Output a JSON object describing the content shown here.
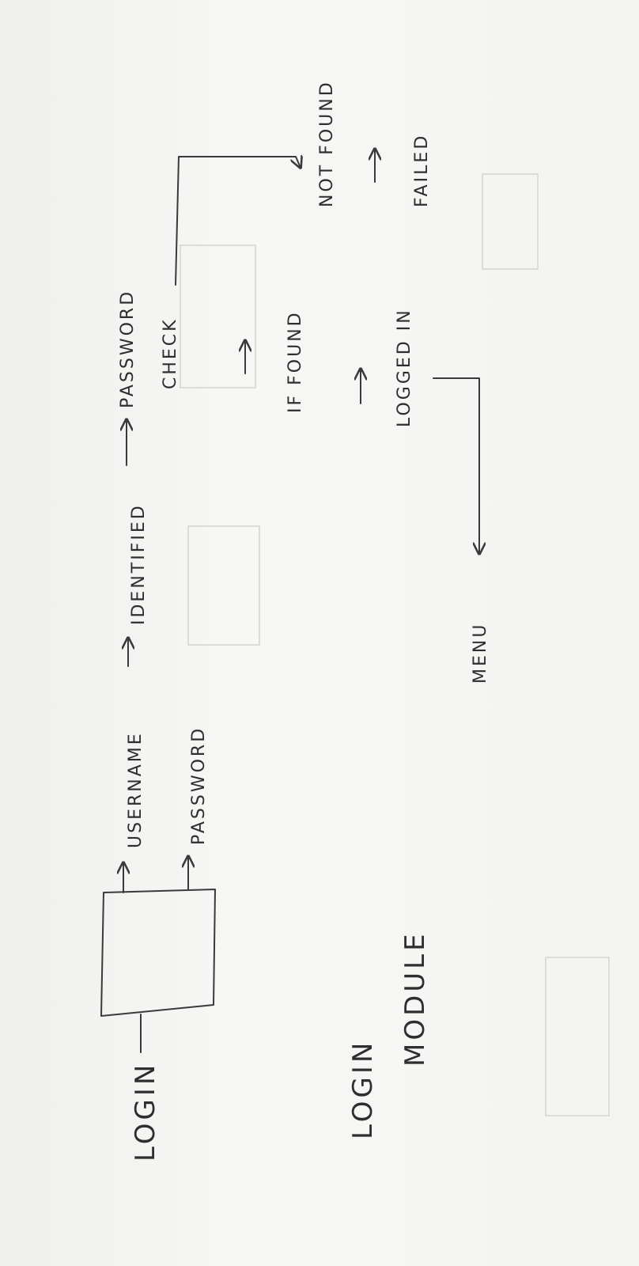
{
  "diagram": {
    "labels": {
      "login": "LOGIN",
      "username": "USERNAME",
      "password_input": "PASSWORD",
      "identified": "IDENTIFIED",
      "password_check_line1": "PASSWORD",
      "password_check_line2": "CHECK",
      "if_found": "IF FOUND",
      "logged_in": "LOGGED IN",
      "not_found": "NOT FOUND",
      "failed": "FAILED",
      "menu": "MENU",
      "module_title_line1": "LOGIN",
      "module_title_line2": "MODULE"
    }
  }
}
